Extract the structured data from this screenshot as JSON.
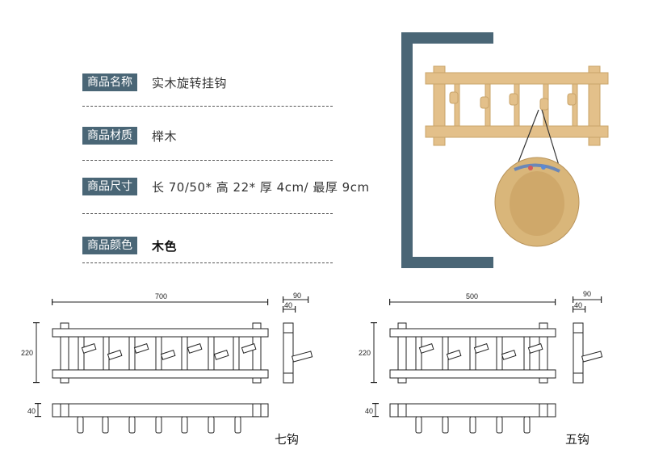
{
  "specs": [
    {
      "label": "商品名称",
      "value": "实木旋转挂钩"
    },
    {
      "label": "商品材质",
      "value": "榉木"
    },
    {
      "label": "商品尺寸",
      "value": "长 70/50* 高 22* 厚 4cm/ 最厚 9cm"
    },
    {
      "label": "商品颜色",
      "value": "木色"
    }
  ],
  "colors": {
    "label_bg": "#4a6676",
    "frame": "#4a6676",
    "wood": "#e3c08a",
    "hat": "#d9b67a"
  },
  "drawings": {
    "seven": {
      "width": "700",
      "height": "220",
      "depth": "40",
      "max_depth": "90",
      "side_depth": "40",
      "caption": "七钩"
    },
    "five": {
      "width": "500",
      "height": "220",
      "depth": "40",
      "max_depth": "90",
      "side_depth": "40",
      "caption": "五钩"
    }
  }
}
